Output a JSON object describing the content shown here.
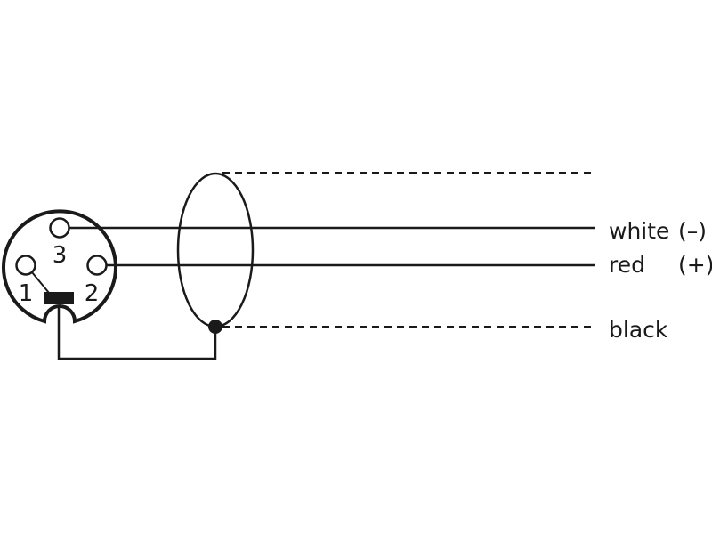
{
  "connector": {
    "pins": [
      {
        "number": "1"
      },
      {
        "number": "2"
      },
      {
        "number": "3"
      }
    ]
  },
  "wires": [
    {
      "color_name": "white",
      "polarity": "(–)"
    },
    {
      "color_name": "red",
      "polarity": "(+)"
    },
    {
      "color_name": "black"
    }
  ],
  "colors": {
    "stroke": "#1a1a1a",
    "background": "#ffffff"
  }
}
